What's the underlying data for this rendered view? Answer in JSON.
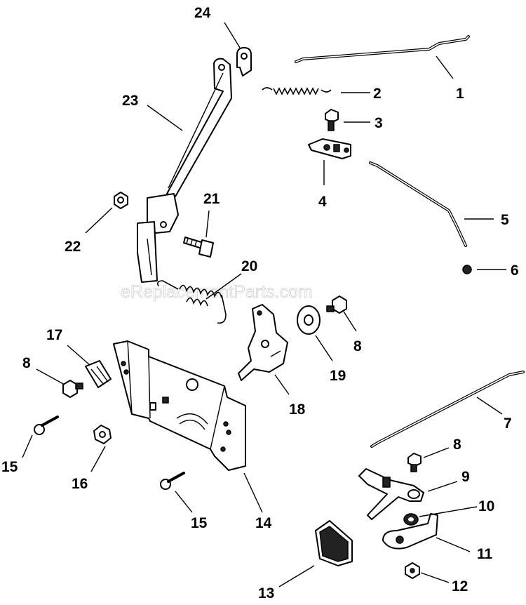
{
  "watermark": "eReplacementParts.com",
  "callouts": {
    "p1": "1",
    "p2": "2",
    "p3": "3",
    "p4": "4",
    "p5": "5",
    "p6": "6",
    "p7": "7",
    "p8a": "8",
    "p8b": "8",
    "p8c": "8",
    "p9": "9",
    "p10": "10",
    "p11": "11",
    "p12": "12",
    "p13": "13",
    "p14": "14",
    "p15a": "15",
    "p15b": "15",
    "p16": "16",
    "p17": "17",
    "p18": "18",
    "p19": "19",
    "p20": "20",
    "p21": "21",
    "p22": "22",
    "p23": "23",
    "p24": "24"
  }
}
